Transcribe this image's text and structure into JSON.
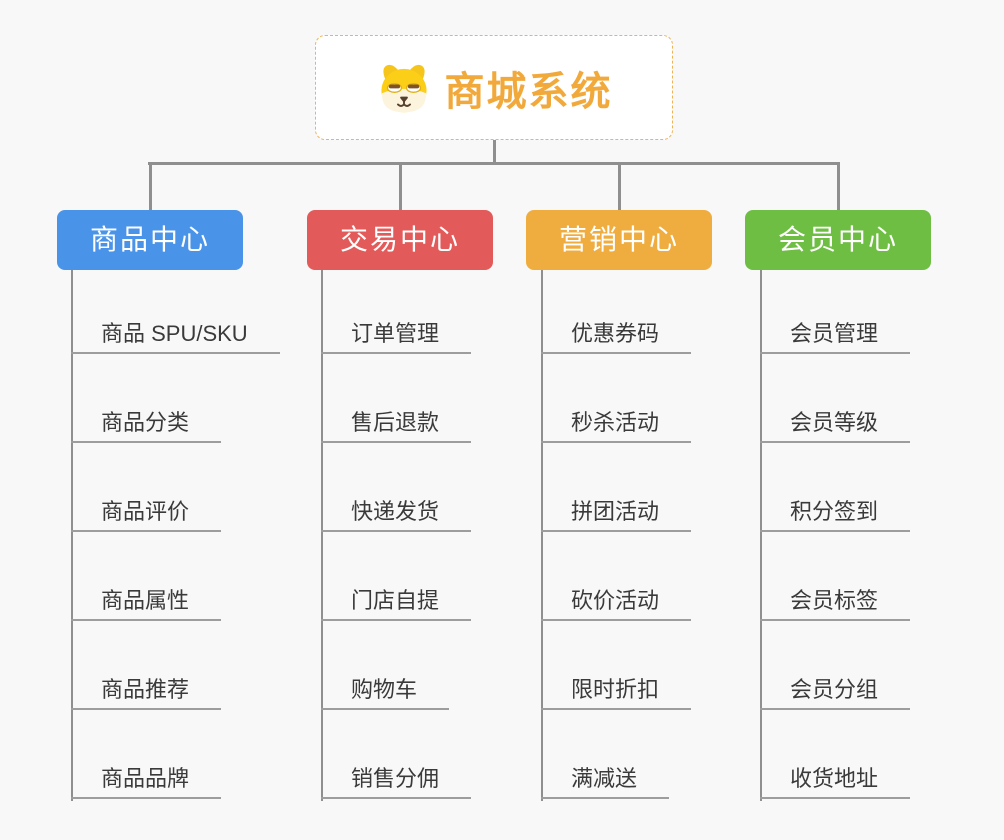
{
  "root": {
    "title": "商城系统",
    "icon": "dog-face-icon",
    "accent_color": "#F2A93B",
    "border_color": "#EEB257"
  },
  "branches": [
    {
      "label": "商品中心",
      "color": "#4993E8",
      "children": [
        "商品 SPU/SKU",
        "商品分类",
        "商品评价",
        "商品属性",
        "商品推荐",
        "商品品牌"
      ]
    },
    {
      "label": "交易中心",
      "color": "#E35A5A",
      "children": [
        "订单管理",
        "售后退款",
        "快递发货",
        "门店自提",
        "购物车",
        "销售分佣"
      ]
    },
    {
      "label": "营销中心",
      "color": "#EFAD3F",
      "children": [
        "优惠券码",
        "秒杀活动",
        "拼团活动",
        "砍价活动",
        "限时折扣",
        "满减送"
      ]
    },
    {
      "label": "会员中心",
      "color": "#6FBE44",
      "children": [
        "会员管理",
        "会员等级",
        "积分签到",
        "会员标签",
        "会员分组",
        "收货地址"
      ]
    }
  ],
  "style": {
    "background": "#F8F8F8",
    "connector_color": "#8F8F8F",
    "underline_color": "#9D9D9D",
    "leaf_text_color": "#3A3A3A"
  }
}
